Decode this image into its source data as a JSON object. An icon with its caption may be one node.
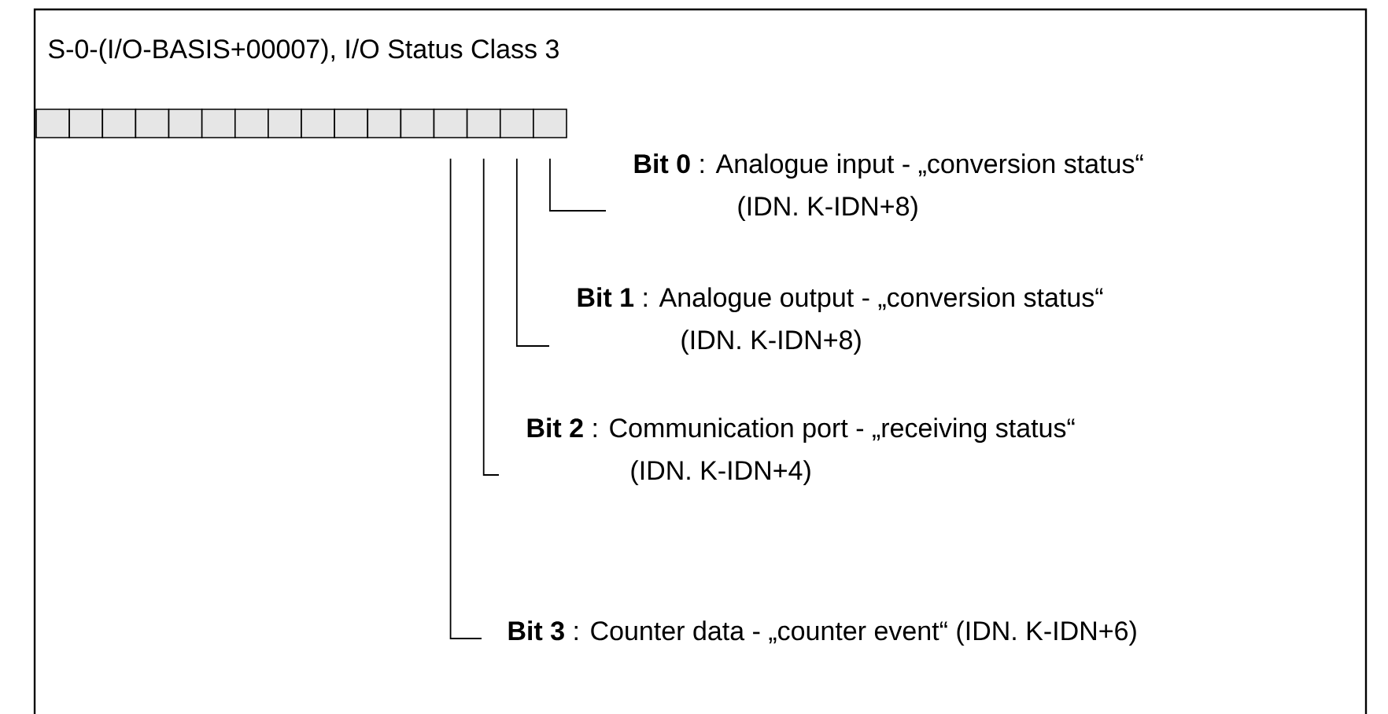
{
  "diagram": {
    "title": "S-0-(I/O-BASIS+00007), I/O Status Class 3",
    "nodes": [
      {
        "text": [],
        "shape": "box"
      },
      {
        "text": [],
        "shape": "box"
      },
      {
        "text": [],
        "shape": "box"
      },
      {
        "text": [],
        "shape": "box"
      },
      {
        "text": [],
        "shape": "box"
      },
      {
        "text": [],
        "shape": "box"
      },
      {
        "text": [],
        "shape": "box"
      },
      {
        "text": [],
        "shape": "box"
      },
      {
        "text": [],
        "shape": "box"
      },
      {
        "text": [],
        "shape": "box"
      },
      {
        "text": [],
        "shape": "box"
      },
      {
        "text": [],
        "shape": "box"
      },
      {
        "text": [],
        "shape": "box"
      },
      {
        "text": [],
        "shape": "box"
      },
      {
        "text": [],
        "shape": "box"
      },
      {
        "text": [],
        "shape": "box"
      },
      {
        "text": [
          "**Bit 0** : Analogue input - „conversion status“",
          "(IDN. K-IDN+8)"
        ]
      },
      {
        "text": [
          "**Bit 1** : Analogue output - „conversion status“",
          "(IDN. K-IDN+8)"
        ]
      },
      {
        "text": [
          "**Bit 2** : Communication port - „receiving status“",
          "(IDN. K-IDN+4)"
        ]
      },
      {
        "text": [
          "**Bit 3** : Counter data - „counter event“ (IDN. K-IDN+6)"
        ]
      }
    ],
    "edges": [
      {
        "from": 16,
        "to": 15,
        "arrow": "none"
      },
      {
        "from": 17,
        "to": 14,
        "arrow": "none"
      },
      {
        "from": 18,
        "to": 13,
        "arrow": "none"
      },
      {
        "from": 19,
        "to": 12,
        "arrow": "none"
      }
    ]
  }
}
